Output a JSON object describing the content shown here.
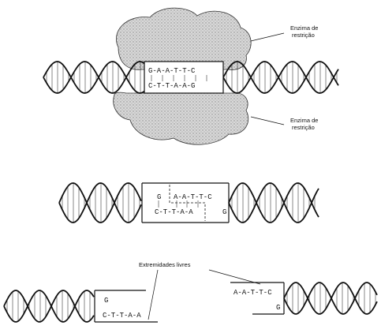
{
  "labels": {
    "enzyme_top": [
      "Enzima de",
      "restrição"
    ],
    "enzyme_bottom": [
      "Enzima de",
      "restrição"
    ],
    "free_ends": "Extremidades livres"
  },
  "panel1": {
    "top_strand": "G-A-A-T-T-C",
    "bottom_strand": "C-T-T-A-A-G"
  },
  "panel2": {
    "top_left": "G",
    "top_right": "A-A-T-T-C",
    "bottom_left": "C-T-T-A-A",
    "bottom_right": "G"
  },
  "panel3": {
    "top_left": "G",
    "bottom_left": "C-T-T-A-A",
    "top_right": "A-A-T-T-C",
    "bottom_right": "G"
  },
  "colors": {
    "ink": "#111111",
    "enzyme_fill": "#d4d4d4",
    "enzyme_dots": "#8a8a8a"
  }
}
